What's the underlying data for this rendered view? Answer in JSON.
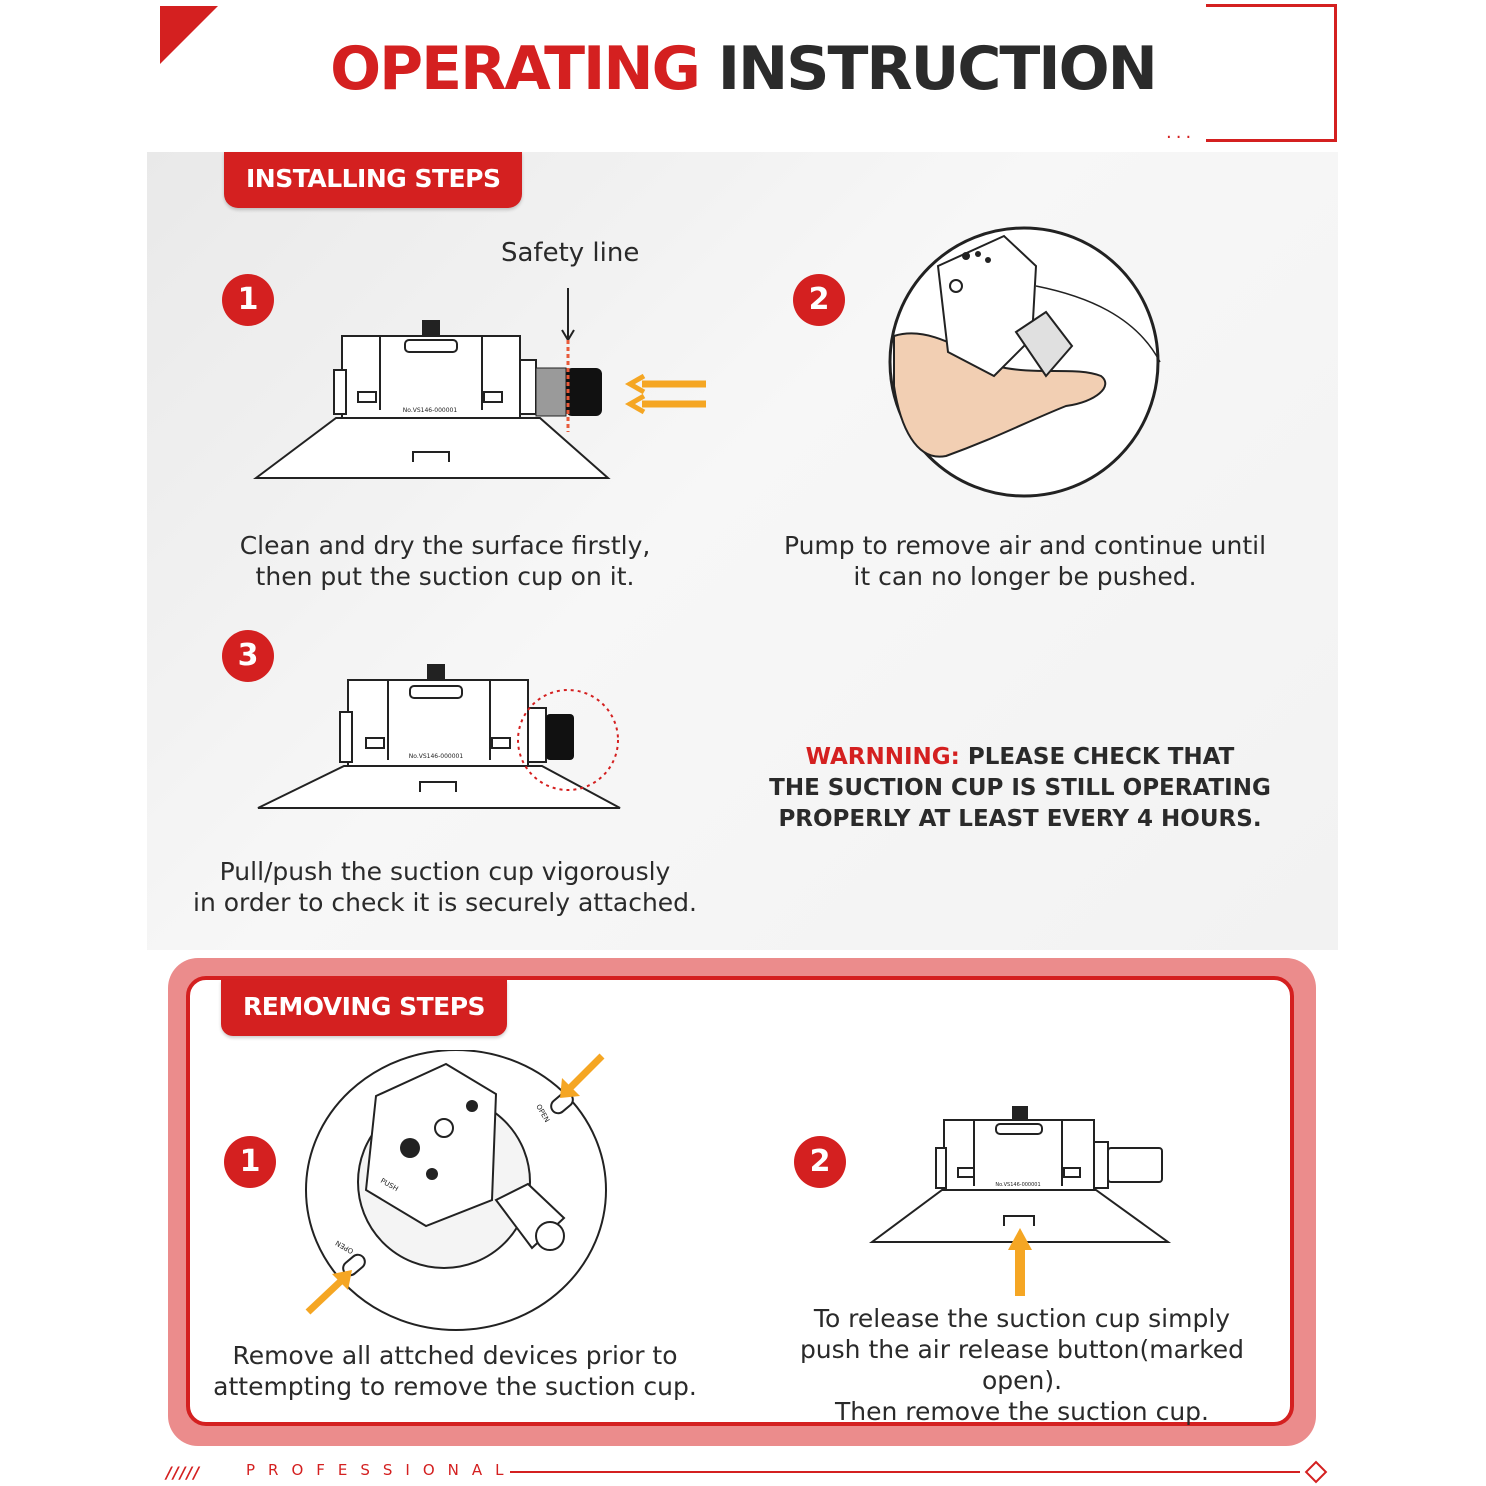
{
  "header": {
    "title_red": "OPERATING",
    "title_dark": "INSTRUCTION",
    "dots": "..."
  },
  "installing": {
    "tab_label": "INSTALLING STEPS",
    "safety_label": "Safety line",
    "steps": [
      {
        "number": "1",
        "caption_line1": "Clean and dry the surface firstly,",
        "caption_line2": "then put the suction cup on it."
      },
      {
        "number": "2",
        "caption_line1": "Pump to remove air and continue until",
        "caption_line2": "it can no longer be pushed."
      },
      {
        "number": "3",
        "caption_line1": "Pull/push the suction cup vigorously",
        "caption_line2": "in order to check it is securely attached."
      }
    ],
    "warning": {
      "label": "WARNNING:",
      "line1": " PLEASE CHECK THAT",
      "line2": "THE SUCTION CUP IS STILL OPERATING",
      "line3": "PROPERLY AT LEAST EVERY 4 HOURS."
    },
    "device_serial": "No.VS146-000001"
  },
  "removing": {
    "tab_label": "REMOVING STEPS",
    "steps": [
      {
        "number": "1",
        "caption_line1": "Remove all attched devices prior to",
        "caption_line2": "attempting to remove the suction cup."
      },
      {
        "number": "2",
        "caption_line1": "To release the suction cup simply",
        "caption_line2": "push the air release button(marked open).",
        "caption_line3": "Then remove the suction cup."
      }
    ],
    "marker_open": "OPEN",
    "marker_push": "PUSH"
  },
  "footer": {
    "slashes": "/////",
    "text": "PROFESSIONAL"
  },
  "colors": {
    "accent": "#d42020",
    "arrow": "#f5a623",
    "dark_text": "#2b2b2b"
  }
}
